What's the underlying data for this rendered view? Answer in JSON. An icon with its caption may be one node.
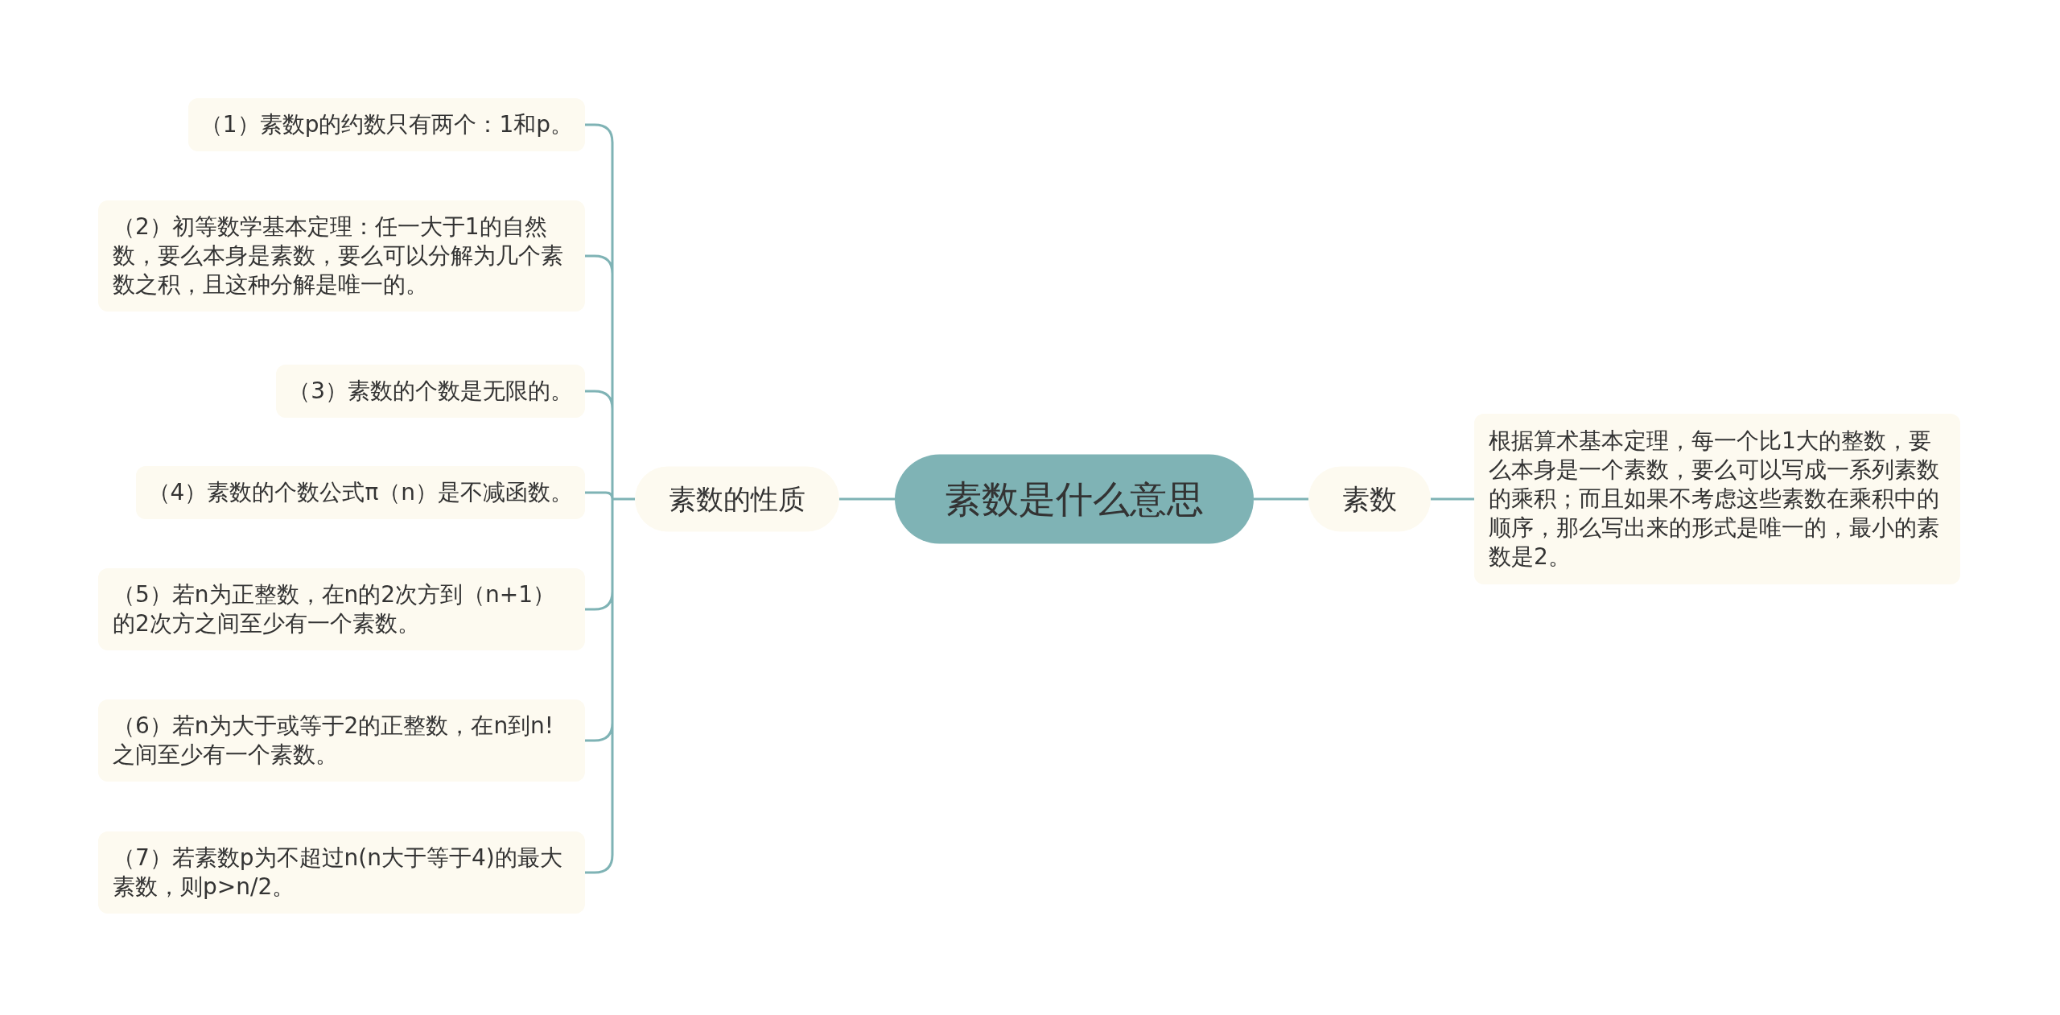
{
  "diagram": {
    "nodes": [
      {
        "text": [
          "素数是什么意思"
        ]
      },
      {
        "text": [
          "素数的性质"
        ]
      },
      {
        "text": [
          "（1）素数p的约数只有两个：1和p。"
        ]
      },
      {
        "text": [
          "（2）初等数学基本定理：任一大于1的自然数，要么本身是素数，要么可以分解为几个素数之积，且这种分解是唯一的。"
        ]
      },
      {
        "text": [
          "（3）素数的个数是无限的。"
        ]
      },
      {
        "text": [
          "（4）素数的个数公式π（n）是不减函数。"
        ]
      },
      {
        "text": [
          "（5）若n为正整数，在n的2次方到（n+1）的2次方之间至少有一个素数。"
        ]
      },
      {
        "text": [
          "（6）若n为大于或等于2的正整数，在n到n!之间至少有一个素数。"
        ]
      },
      {
        "text": [
          "（7）若素数p为不超过n(n大于等于4)的最大素数，则p>n/2。"
        ]
      },
      {
        "text": [
          "素数"
        ]
      },
      {
        "text": [
          "根据算术基本定理，每一个比1大的整数，要么本身是一个素数，要么可以写成一系列素数的乘积；而且如果不考虑这些素数在乘积中的顺序，那么写出来的形式是唯一的，最小的素数是2。"
        ]
      }
    ],
    "edges": [
      {
        "from": 0,
        "to": 1,
        "arrow": "none"
      },
      {
        "from": 1,
        "to": 2,
        "arrow": "none"
      },
      {
        "from": 1,
        "to": 3,
        "arrow": "none"
      },
      {
        "from": 1,
        "to": 4,
        "arrow": "none"
      },
      {
        "from": 1,
        "to": 5,
        "arrow": "none"
      },
      {
        "from": 1,
        "to": 6,
        "arrow": "none"
      },
      {
        "from": 1,
        "to": 7,
        "arrow": "none"
      },
      {
        "from": 1,
        "to": 8,
        "arrow": "none"
      },
      {
        "from": 0,
        "to": 9,
        "arrow": "none"
      },
      {
        "from": 9,
        "to": 10,
        "arrow": "none"
      }
    ]
  }
}
